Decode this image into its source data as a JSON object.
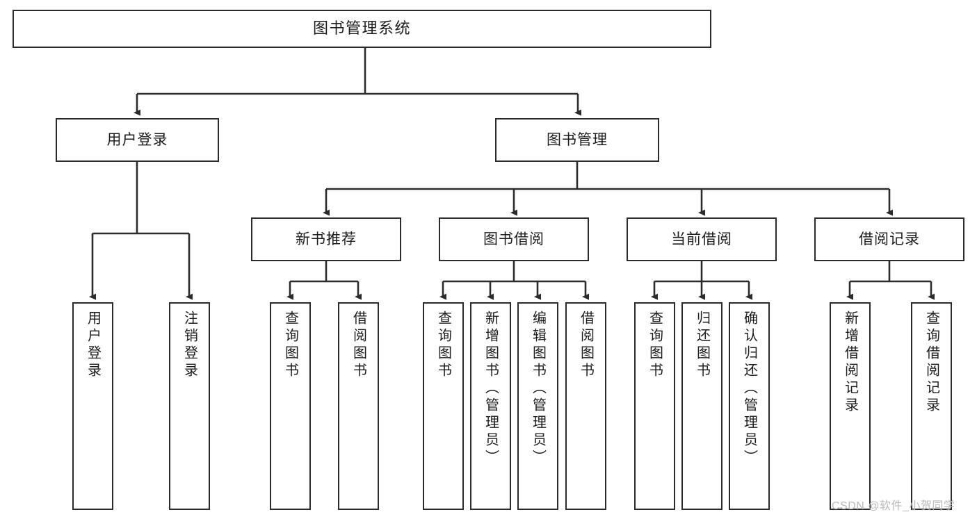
{
  "diagram": {
    "type": "hierarchy-tree",
    "title": "图书管理系统",
    "watermark": "CSDN @软件_小贺同学",
    "colors": {
      "box_border": "#2b2b2b",
      "box_fill": "#ffffff",
      "connector": "#2b2b2b",
      "text": "#1c1c1c",
      "watermark": "#b9b9b9"
    },
    "nodes": {
      "root": "图书管理系统",
      "level1": [
        {
          "label": "用户登录"
        },
        {
          "label": "图书管理"
        }
      ],
      "level2": [
        {
          "label": "新书推荐"
        },
        {
          "label": "图书借阅"
        },
        {
          "label": "当前借阅"
        },
        {
          "label": "借阅记录"
        }
      ],
      "leaves": {
        "user_login": [
          "用户登录",
          "注销登录"
        ],
        "new_book_recommend": [
          "查询图书",
          "借阅图书"
        ],
        "book_borrow": [
          "查询图书",
          "新增图书（管理员）",
          "编辑图书（管理员）",
          "借阅图书"
        ],
        "current_borrow": [
          "查询图书",
          "归还图书",
          "确认归还（管理员）"
        ],
        "borrow_record": [
          "新增借阅记录",
          "查询借阅记录"
        ]
      }
    }
  }
}
